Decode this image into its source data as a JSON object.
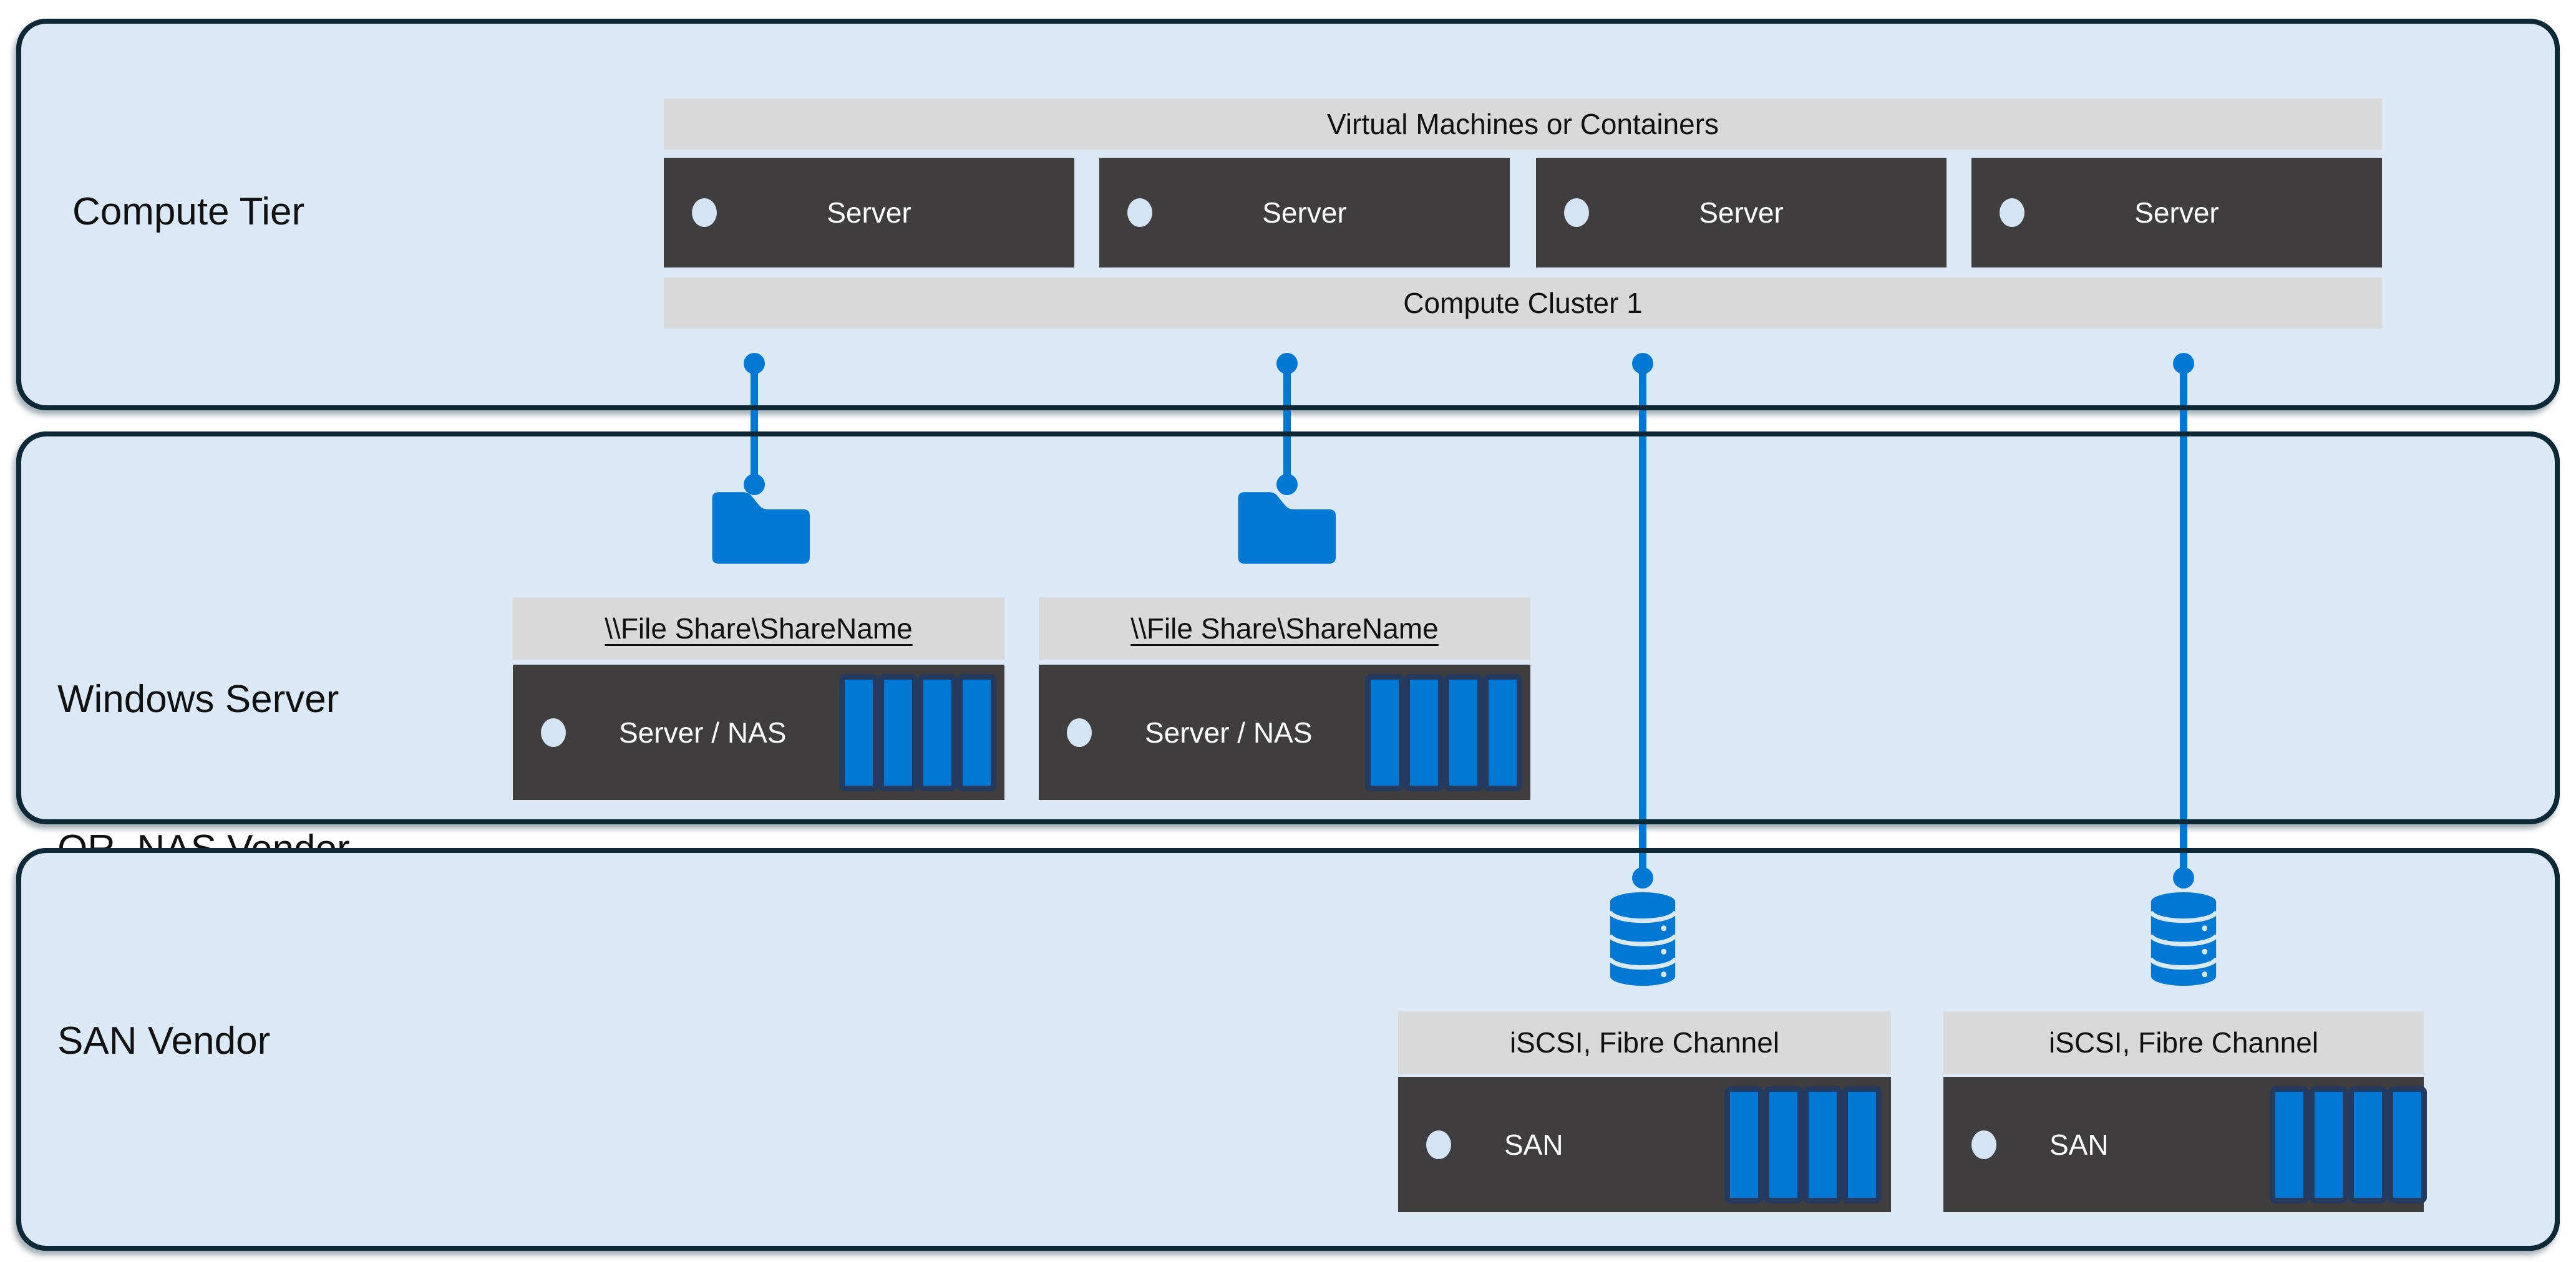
{
  "colors": {
    "accent_blue": "#0078d4",
    "tier_fill": "#dbe9f6",
    "tier_border": "#0d2836",
    "band_gray": "#d9d9d9",
    "device_box_dark": "#3f3d3d",
    "disk_border_navy": "#243a5e",
    "device_dot_light": "#d5e4f5",
    "text_dark": "#111111",
    "text_light": "#ffffff"
  },
  "tiers": {
    "compute": {
      "label": "Compute Tier",
      "top_band": "Virtual Machines or Containers",
      "bottom_band": "Compute Cluster 1",
      "servers": [
        {
          "label": "Server"
        },
        {
          "label": "Server"
        },
        {
          "label": "Server"
        },
        {
          "label": "Server"
        }
      ]
    },
    "file": {
      "label_line1": "Windows Server",
      "label_line2": "OR  NAS Vendor",
      "groups": [
        {
          "share_path": "\\\\File Share\\ShareName",
          "device_label": "Server / NAS"
        },
        {
          "share_path": "\\\\File Share\\ShareName",
          "device_label": "Server / NAS"
        }
      ]
    },
    "san": {
      "label": "SAN Vendor",
      "groups": [
        {
          "protocol": "iSCSI, Fibre Channel",
          "device_label": "SAN"
        },
        {
          "protocol": "iSCSI, Fibre Channel",
          "device_label": "SAN"
        }
      ]
    }
  },
  "icons": {
    "folder": "folder-icon",
    "database": "database-icon",
    "disk": "disk-bar",
    "connector": "connector-dot"
  }
}
